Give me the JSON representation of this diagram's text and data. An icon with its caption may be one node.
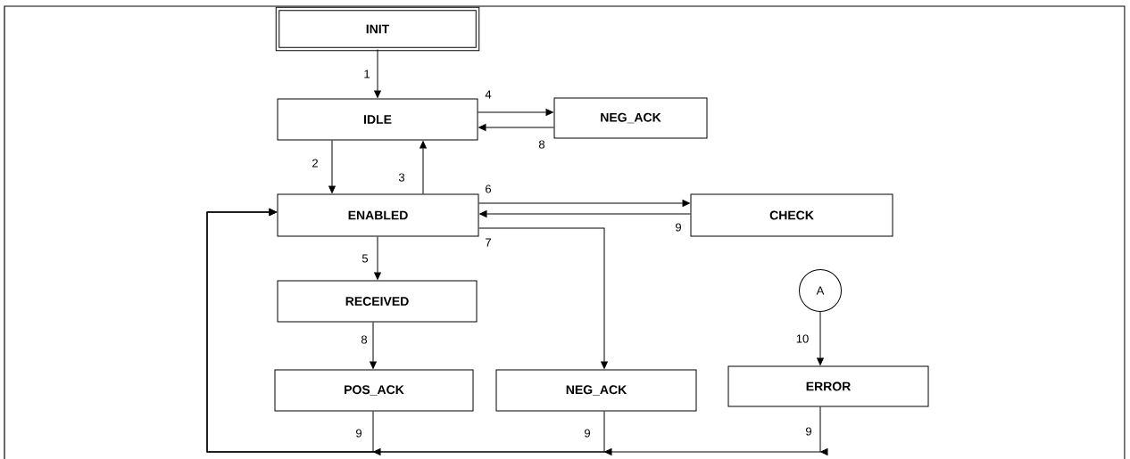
{
  "diagram": {
    "nodes": [
      {
        "text": [
          "INIT"
        ]
      },
      {
        "text": [
          "IDLE"
        ]
      },
      {
        "text": [
          "NEG_ACK"
        ]
      },
      {
        "text": [
          "ENABLED"
        ]
      },
      {
        "text": [
          "CHECK"
        ]
      },
      {
        "text": [
          "RECEIVED"
        ]
      },
      {
        "text": [
          "POS_ACK"
        ]
      },
      {
        "text": [
          "NEG_ACK"
        ]
      },
      {
        "text": [
          "A"
        ]
      },
      {
        "text": [
          "ERROR"
        ]
      }
    ],
    "edges": [
      {
        "from": 0,
        "to": 1,
        "arrow": "to",
        "label": "1"
      },
      {
        "from": 1,
        "to": 2,
        "arrow": "to",
        "label": "4"
      },
      {
        "from": 2,
        "to": 1,
        "arrow": "to",
        "label": "8"
      },
      {
        "from": 1,
        "to": 3,
        "arrow": "to",
        "label": "2"
      },
      {
        "from": 3,
        "to": 1,
        "arrow": "to",
        "label": "3"
      },
      {
        "from": 3,
        "to": 4,
        "arrow": "to",
        "label": "6"
      },
      {
        "from": 4,
        "to": 3,
        "arrow": "to",
        "label": "9"
      },
      {
        "from": 3,
        "to": 7,
        "arrow": "to",
        "label": "7"
      },
      {
        "from": 3,
        "to": 5,
        "arrow": "to",
        "label": "5"
      },
      {
        "from": 5,
        "to": 6,
        "arrow": "to",
        "label": "8"
      },
      {
        "from": 8,
        "to": 9,
        "arrow": "to",
        "label": "10"
      },
      {
        "from": 6,
        "to": 3,
        "arrow": "to",
        "label": "9"
      },
      {
        "from": 7,
        "to": 3,
        "arrow": "to",
        "label": "9"
      },
      {
        "from": 9,
        "to": 3,
        "arrow": "to",
        "label": "9"
      }
    ]
  }
}
